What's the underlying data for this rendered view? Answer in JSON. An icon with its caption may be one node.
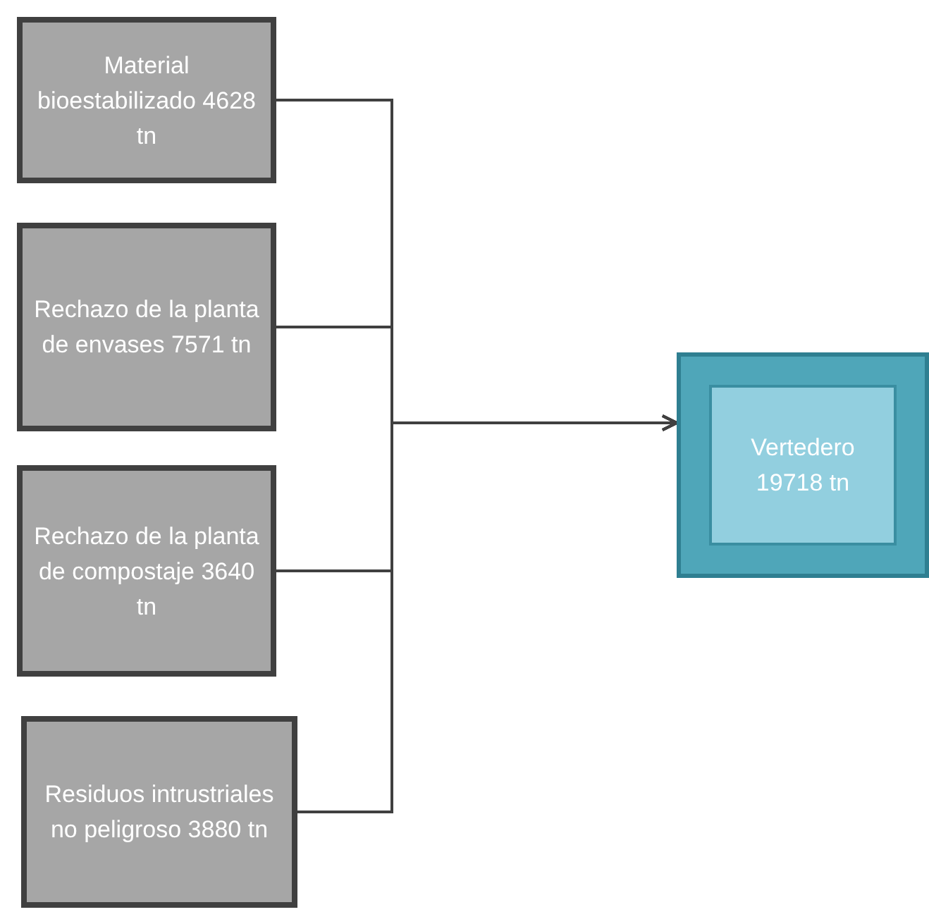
{
  "diagram": {
    "nodes": [
      {
        "text": [
          "Material bioestabilizado 4628 tn"
        ]
      },
      {
        "text": [
          "Rechazo de la planta de envases 7571 tn"
        ]
      },
      {
        "text": [
          "Rechazo de la planta de compostaje 3640 tn"
        ]
      },
      {
        "text": [
          "Residuos intrustriales no peligroso 3880 tn"
        ]
      },
      {
        "text": [
          "Vertedero 19718 tn"
        ]
      }
    ],
    "edges": [
      {
        "from": 0,
        "to": 4,
        "arrow": "to"
      },
      {
        "from": 1,
        "to": 4,
        "arrow": "to"
      },
      {
        "from": 2,
        "to": 4,
        "arrow": "to"
      },
      {
        "from": 3,
        "to": 4,
        "arrow": "to"
      }
    ]
  }
}
